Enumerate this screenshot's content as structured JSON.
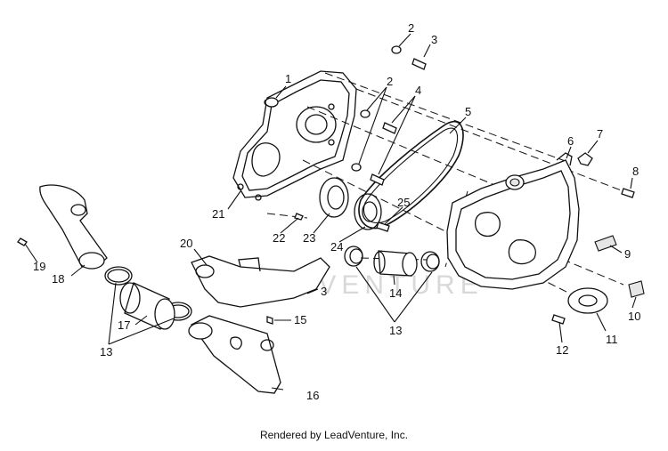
{
  "diagram": {
    "callouts": [
      "1",
      "2",
      "2",
      "3",
      "4",
      "5",
      "6",
      "7",
      "8",
      "9",
      "10",
      "11",
      "12",
      "13",
      "13",
      "14",
      "15",
      "16",
      "17",
      "18",
      "19",
      "20",
      "21",
      "22",
      "23",
      "24",
      "25",
      "3"
    ],
    "watermark": "LEADVENTURE",
    "credit": "Rendered by LeadVenture, Inc."
  }
}
